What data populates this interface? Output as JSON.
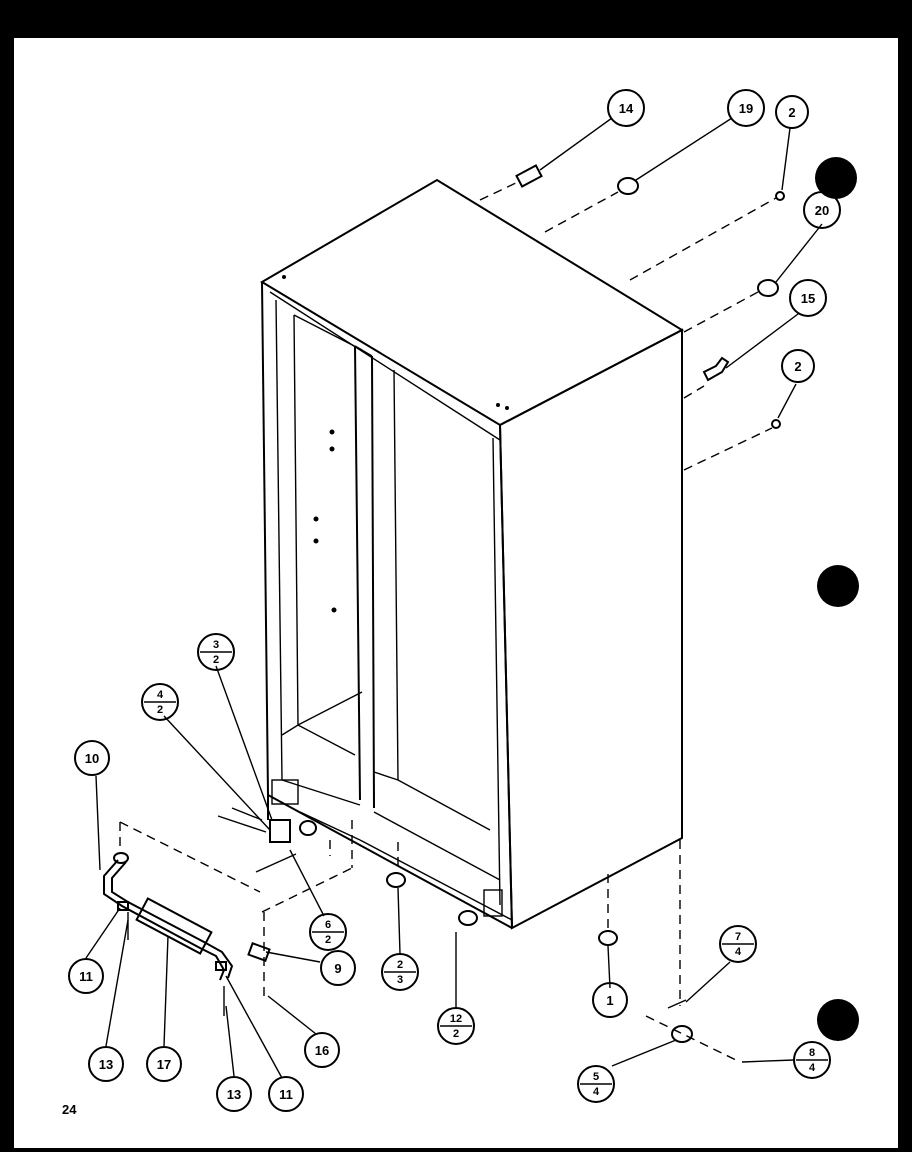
{
  "page_number": "24",
  "callouts": {
    "c14": "14",
    "c19": "19",
    "c2a": "2",
    "c20": "20",
    "c15": "15",
    "c2b": "2",
    "c10": "10",
    "c11a": "11",
    "c13a": "13",
    "c17": "17",
    "c13b": "13",
    "c11b": "11",
    "c16": "16",
    "c9": "9",
    "c1": "1",
    "c3_top": "3",
    "c3_bot": "2",
    "c4_top": "4",
    "c4_bot": "2",
    "c6_top": "6",
    "c6_bot": "2",
    "c2s_top": "2",
    "c2s_bot": "3",
    "c12_top": "12",
    "c12_bot": "2",
    "c7_top": "7",
    "c7_bot": "4",
    "c5_top": "5",
    "c5_bot": "4",
    "c8_top": "8",
    "c8_bot": "4"
  }
}
